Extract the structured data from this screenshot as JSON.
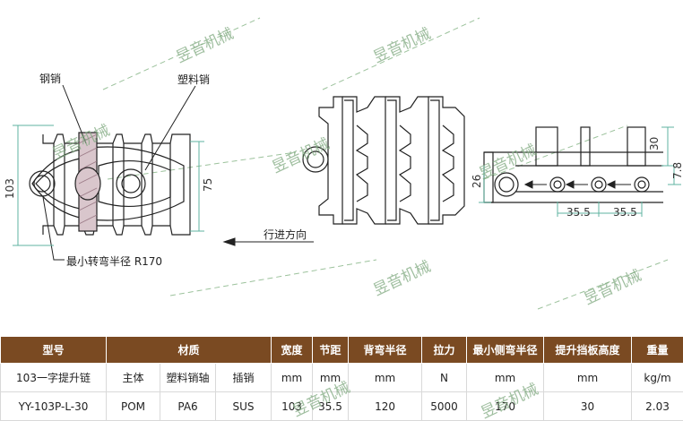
{
  "labels": {
    "steel_pin": "钢销",
    "plastic_pin": "塑料销",
    "min_radius": "最小转弯半径 R170",
    "direction": "行进方向"
  },
  "dimensions": {
    "height_103": "103",
    "height_75": "75",
    "height_26": "26",
    "height_30": "30",
    "height_7_8": "7.8",
    "pitch_left": "35.5",
    "pitch_right": "35.5"
  },
  "watermark": "昱音机械",
  "table": {
    "header": [
      "型号",
      "材质",
      "宽度",
      "节距",
      "背弯半径",
      "拉力",
      "最小侧弯半径",
      "提升挡板高度",
      "重量"
    ],
    "subheader": [
      "103一字提升链",
      "主体",
      "塑料销轴",
      "插销",
      "mm",
      "mm",
      "mm",
      "N",
      "mm",
      "mm",
      "kg/m"
    ],
    "row": [
      "YY-103P-L-30",
      "POM",
      "PA6",
      "SUS",
      "103",
      "35.5",
      "120",
      "5000",
      "170",
      "30",
      "2.03"
    ]
  },
  "colors": {
    "header_bg": "#7a4a22",
    "watermark": "#7fa97f",
    "pin_fill": "#d9c6cc",
    "dim_line": "#5fb3a0"
  }
}
